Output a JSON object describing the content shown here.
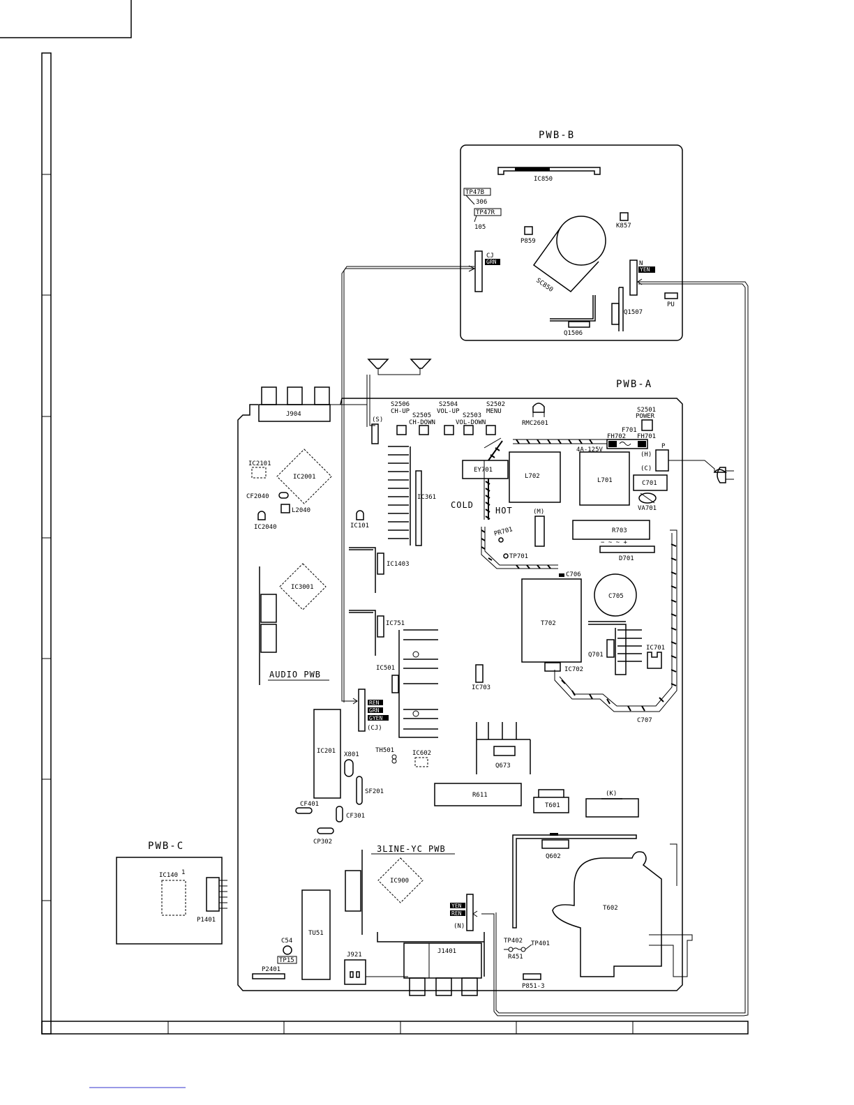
{
  "boards": {
    "pwb_b": "PWB-B",
    "pwb_a": "PWB-A",
    "pwb_c": "PWB-C",
    "audio_pwb": "AUDIO PWB",
    "line_yc_pwb": "3LINE-YC PWB"
  },
  "pwb_b": {
    "ic850": "IC850",
    "tp47b": "TP47B",
    "n306": "306",
    "tp47r": "TP47R",
    "n105": "105",
    "k857": "K857",
    "p859": "P859",
    "sc850": "SC850",
    "cj": "CJ",
    "cj_tag": "GRN",
    "n": "N",
    "n_tag": "YEN",
    "pu": "PU",
    "q1507": "Q1507",
    "q1506": "Q1506"
  },
  "pwb_a": {
    "j904": "J904",
    "s2506": "S2506",
    "ch_up": "CH-UP",
    "s2505": "S2505",
    "ch_down": "CH-DOWN",
    "s2504": "S2504",
    "vol_up": "VOL-UP",
    "s2503": "S2503",
    "vol_down": "VOL-DOWN",
    "s2502": "S2502",
    "menu": "MENU",
    "rmc2601": "RMC2601",
    "s2501": "S2501",
    "power": "POWER",
    "s_conn": "(S)",
    "f701": "F701",
    "fh702": "FH702",
    "fh701": "FH701",
    "fuse_rating": "4A-125V",
    "p": "P",
    "h": "(H)",
    "c": "(C)",
    "ic2101": "IC2101",
    "ic2001": "IC2001",
    "cf2040": "CF2040",
    "l2040": "L2040",
    "ic2040": "IC2040",
    "ic361": "IC361",
    "ey701": "EY701",
    "l702": "L702",
    "l701": "L701",
    "c701": "C701",
    "va701": "VA701",
    "cold": "COLD",
    "hot": "HOT",
    "m": "(M)",
    "ic101": "IC101",
    "pr701": "PR701",
    "tp701": "TP701",
    "r703": "R703",
    "d701_signs": "−  ~  ~  +",
    "d701": "D701",
    "ic1403": "IC1403",
    "c706": "C706",
    "ic3001": "IC3001",
    "c705": "C705",
    "t702": "T702",
    "ic751": "IC751",
    "q701": "Q701",
    "ic701": "IC701",
    "ic501": "IC501",
    "ic703": "IC703",
    "ic702": "IC702",
    "c707": "C707",
    "cj_tag1": "REN",
    "cj_tag2": "GRN",
    "cj_tag3": "GYEN",
    "cj_conn": "(CJ)",
    "ic201": "IC201",
    "x801": "X801",
    "th501": "TH501",
    "ic602": "IC602",
    "q673": "Q673",
    "sf201": "SF201",
    "r611": "R611",
    "t601": "T601",
    "k": "(K)",
    "cf401": "CF401",
    "cf301": "CF301",
    "cp302": "CP302",
    "q602": "Q602",
    "ic900": "IC900",
    "t602": "T602",
    "n_tag1": "YEN",
    "n_tag2": "REN",
    "n_conn": "(N)",
    "tu51": "TU51",
    "c54": "C54",
    "tp15": "TP15",
    "j921": "J921",
    "j1401": "J1401",
    "tp402": "TP402",
    "tp401": "TP401",
    "r451": "R451",
    "p2401": "P2401",
    "p851": "P851-3"
  },
  "pwb_c": {
    "ic140": "IC140",
    "pin1": "1",
    "p1401": "P1401"
  }
}
